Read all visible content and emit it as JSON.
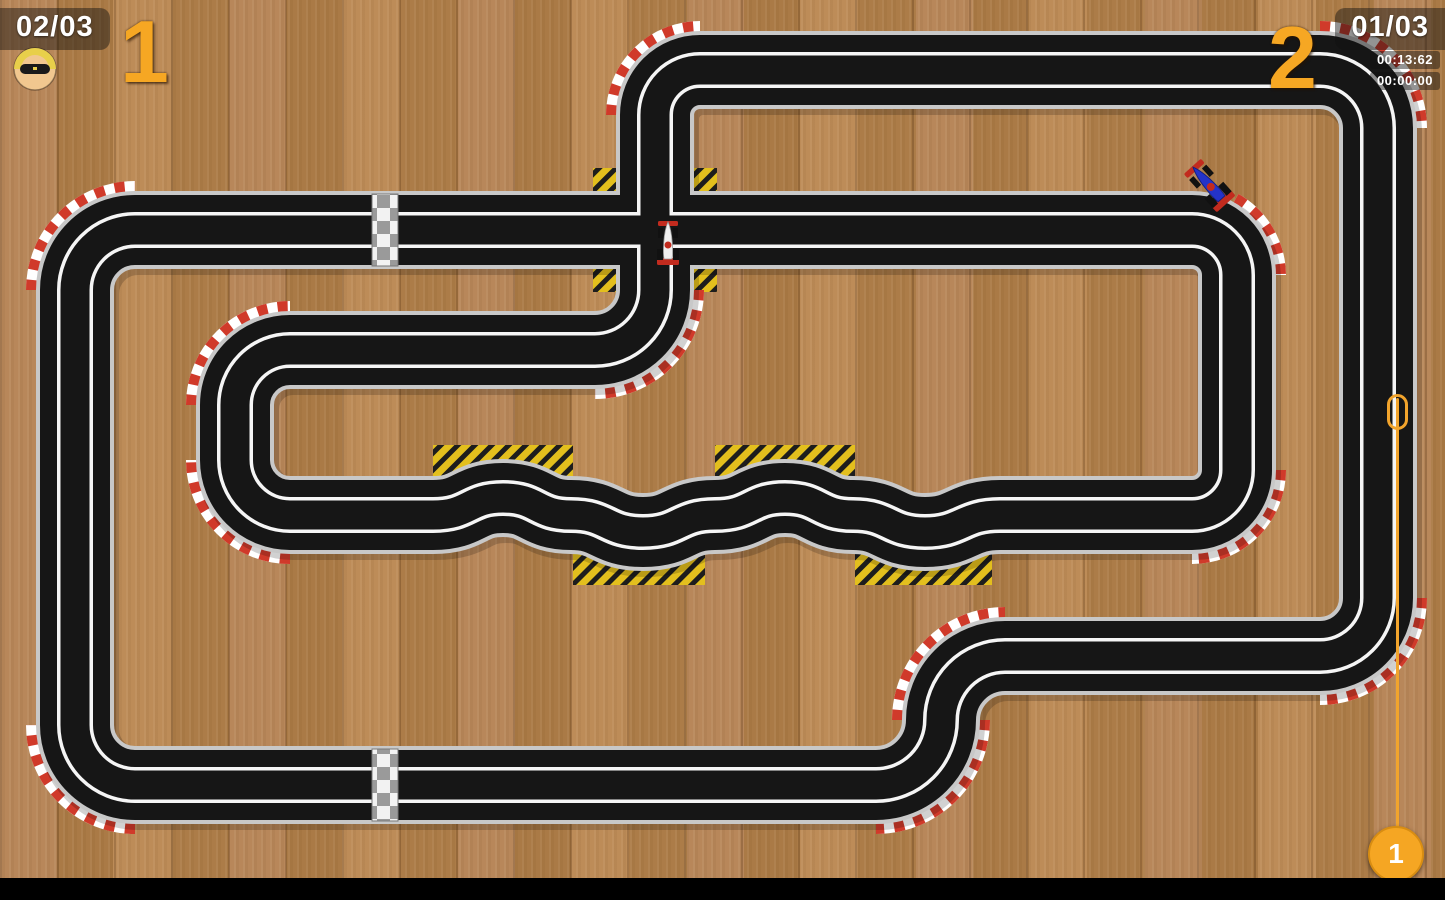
{
  "hud": {
    "player1": {
      "laps": "02/03",
      "rank": "1"
    },
    "player2": {
      "laps": "01/03",
      "rank": "2",
      "lap_time": "00:13:62",
      "total_time": "00:00:00"
    },
    "throttle": {
      "button_label": "1"
    }
  },
  "colors": {
    "accent_orange": "#F5A623",
    "wood_table": "#B2824E",
    "track_black": "#161616",
    "track_edge_gray": "#C8C8C8",
    "curb_red": "#D03A2A",
    "hazard_yellow": "#E3BF1D"
  },
  "icons": {
    "driver_avatar": "driver-avatar-icon",
    "throttle_button": "throttle-button-1"
  }
}
